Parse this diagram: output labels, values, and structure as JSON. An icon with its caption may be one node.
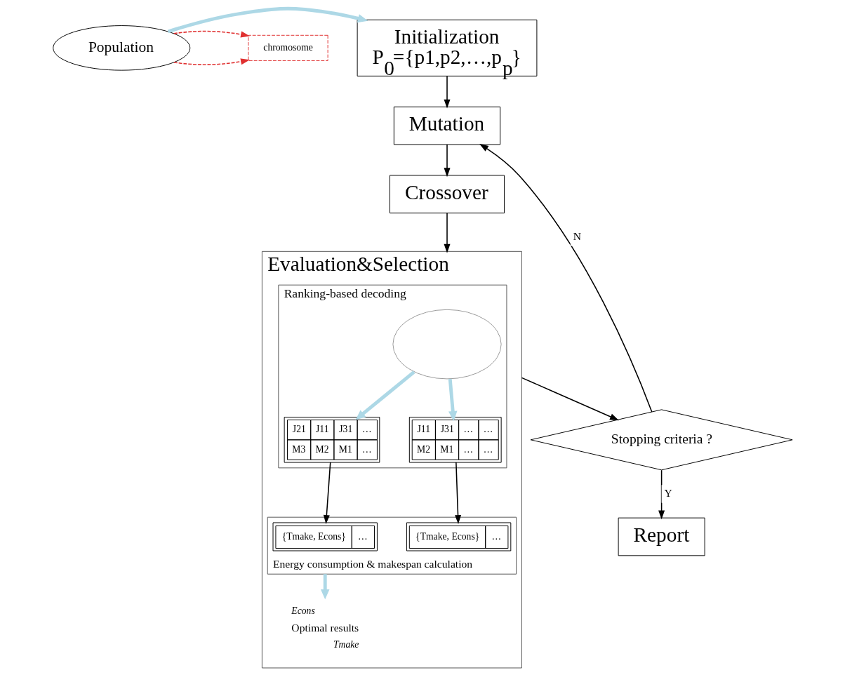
{
  "diagram": {
    "nodes": [
      {
        "text": [
          "Initialization",
          "P$_{0}$={p1,p2,…,p$_{p}$}"
        ]
      },
      {
        "text": [
          "Population"
        ]
      },
      {
        "text": [
          "chromosome"
        ]
      },
      {
        "text": [
          "Mutation"
        ]
      },
      {
        "text": [
          "Crossover"
        ]
      },
      {
        "text": [
          "Evaluation&Selection"
        ]
      },
      {
        "text": [
          "Ranking-based decoding"
        ],
        "in": 5
      },
      {
        "text": [
          "Energy consumption & makespan calculation"
        ],
        "in": 5
      },
      {
        "text": [
          "Optimal results"
        ],
        "beside": [
          "Econs",
          "Tmake"
        ],
        "in": 5
      },
      {
        "text": [
          "Stopping criteria ?"
        ]
      },
      {
        "text": [
          "Report"
        ]
      },
      {
        "text": [],
        "shape": "ellipse",
        "in": 6
      },
      {
        "text": [
          "J21",
          "J11",
          "J31",
          "…",
          "M3",
          "M2",
          "M1",
          "…"
        ],
        "in": 6
      },
      {
        "text": [
          "J11",
          "J31",
          "…",
          "…",
          "M2",
          "M1",
          "…",
          "…"
        ],
        "in": 6
      },
      {
        "text": [
          "{Tmake, Econs}",
          "…"
        ],
        "in": 7
      },
      {
        "text": [
          "{Tmake, Econs}",
          "…"
        ],
        "in": 7
      }
    ],
    "edges": [
      {
        "from": 1,
        "to": 0,
        "arrow": "to",
        "style": "thick",
        "color": "#add8e6"
      },
      {
        "from": 1,
        "to": 2,
        "arrow": "to",
        "style": "dashed",
        "color": "#e03030"
      },
      {
        "from": 1,
        "to": 2,
        "arrow": "to",
        "style": "dashed",
        "color": "#e03030"
      },
      {
        "from": 0,
        "to": 3,
        "arrow": "to"
      },
      {
        "from": 3,
        "to": 4,
        "arrow": "to"
      },
      {
        "from": 4,
        "to": 5,
        "arrow": "to"
      },
      {
        "from": 5,
        "to": 9,
        "arrow": "to"
      },
      {
        "from": 9,
        "to": 3,
        "arrow": "to",
        "label": "N"
      },
      {
        "from": 9,
        "to": 10,
        "arrow": "to",
        "label": "Y"
      },
      {
        "from": 11,
        "to": 12,
        "arrow": "to",
        "style": "thick",
        "color": "#add8e6"
      },
      {
        "from": 11,
        "to": 13,
        "arrow": "to",
        "style": "thick",
        "color": "#add8e6"
      },
      {
        "from": 12,
        "to": 14,
        "arrow": "to"
      },
      {
        "from": 13,
        "to": 15,
        "arrow": "to"
      },
      {
        "from": 7,
        "to": 8,
        "arrow": "to",
        "style": "thick",
        "color": "#add8e6"
      }
    ]
  }
}
